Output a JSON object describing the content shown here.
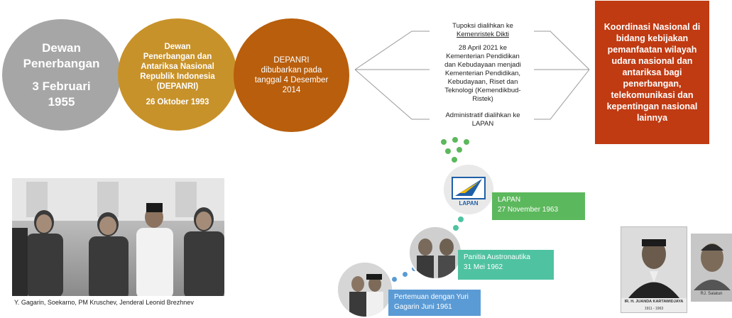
{
  "circles": {
    "c1": [
      "Dewan",
      "Penerbangan",
      "3 Februari",
      "1955"
    ],
    "c2": [
      "Dewan",
      "Penerbangan dan",
      "Antariksa Nasional",
      "Republik Indonesia",
      "(DEPANRI)",
      "26 Oktober 1993"
    ],
    "c3": [
      "DEPANRI",
      "dibubarkan pada",
      "tanggal 4 Desember",
      "2014"
    ]
  },
  "branches": {
    "top_line1": "Tupoksi dialihkan ke",
    "top_line2": "Kemenristek Dikti",
    "mid": [
      "28 April 2021 ke",
      "Kementerian Pendidikan",
      "dan Kebudayaan menjadi",
      "Kementerian Pendidikan,",
      "Kebudayaan, Riset dan",
      "Teknologi (Kemendikbud-",
      "Ristek)"
    ],
    "bottom_line1": "Administratif dialihkan ke",
    "bottom_line2": "LAPAN"
  },
  "redbox": {
    "text": "Koordinasi Nasional di bidang kebijakan pemanfaatan wilayah udara nasional dan antariksa bagi penerbangan, telekomunikasi dan kepentingan nasional lainnya"
  },
  "photo_caption": "Y. Gagarin, Soekarno, PM Kruschev, Jenderal Leonid Brezhnev",
  "timeline": {
    "lapan_logo_text": "LAPAN",
    "t1": {
      "line1": "LAPAN",
      "line2": "27 November 1963"
    },
    "t2": {
      "line1": "Panitia Austronautika",
      "line2": "31 Mei 1962"
    },
    "t3": {
      "line1": "Pertemuan dengan Yuri",
      "line2": "Gagarin Juni 1961"
    }
  },
  "portraits": {
    "p1_caption": "IR. H. JUANDA KARTAWIDJAYA",
    "p1_years": "1911 - 1963",
    "p2_caption": "RJ. Salatun"
  },
  "colors": {
    "grey": "#a6a6a6",
    "gold": "#c8922a",
    "brown": "#b85e0c",
    "red": "#c03a12",
    "green": "#5cb85c",
    "teal": "#4fc3a1",
    "blue": "#5b9bd5"
  }
}
